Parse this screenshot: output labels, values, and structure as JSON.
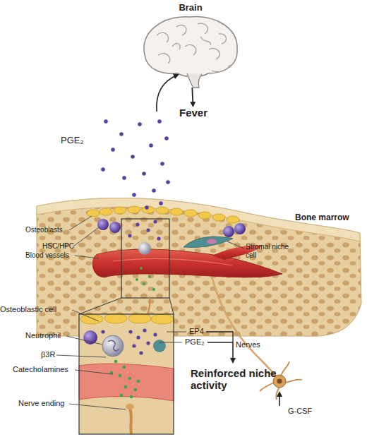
{
  "diagram": {
    "nodes": [
      {
        "text": [
          "Brain"
        ]
      },
      {
        "text": [
          "Fever"
        ]
      }
    ],
    "edges": [
      {
        "from": 0,
        "to": 1,
        "arrow": "to"
      }
    ],
    "labels": [
      "PGE₂",
      "Bone marrow",
      "Osteoblasts",
      "HSC/HPC",
      "Stromal niche cell",
      "Blood vessels",
      "Osteoblastic cell",
      "EP4",
      "PGE₂",
      "Neutrophil",
      "β3R",
      "Catecholamines",
      "Reinforced niche activity",
      "Nerve ending",
      "Nerves",
      "G-CSF"
    ]
  }
}
